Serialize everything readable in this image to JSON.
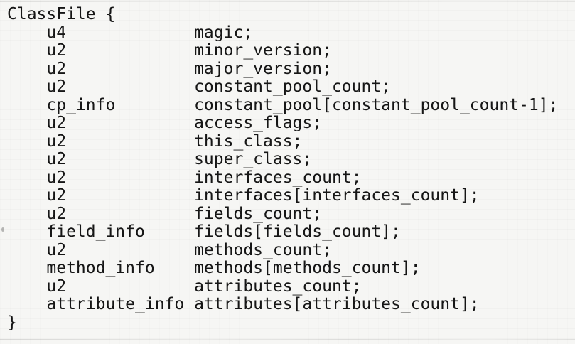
{
  "document": {
    "background_color": "#f6f6f4",
    "text_color": "#161616",
    "structure": {
      "declaration": "ClassFile {",
      "closing_brace": "}",
      "members": [
        {
          "type": "u4",
          "name": "magic;"
        },
        {
          "type": "u2",
          "name": "minor_version;"
        },
        {
          "type": "u2",
          "name": "major_version;"
        },
        {
          "type": "u2",
          "name": "constant_pool_count;"
        },
        {
          "type": "cp_info",
          "name": "constant_pool[constant_pool_count-1];"
        },
        {
          "type": "u2",
          "name": "access_flags;"
        },
        {
          "type": "u2",
          "name": "this_class;"
        },
        {
          "type": "u2",
          "name": "super_class;"
        },
        {
          "type": "u2",
          "name": "interfaces_count;"
        },
        {
          "type": "u2",
          "name": "interfaces[interfaces_count];"
        },
        {
          "type": "u2",
          "name": "fields_count;"
        },
        {
          "type": "field_info",
          "name": "fields[fields_count];"
        },
        {
          "type": "u2",
          "name": "methods_count;"
        },
        {
          "type": "method_info",
          "name": "methods[methods_count];"
        },
        {
          "type": "u2",
          "name": "attributes_count;"
        },
        {
          "type": "attribute_info",
          "name": "attributes[attributes_count];"
        }
      ]
    }
  }
}
